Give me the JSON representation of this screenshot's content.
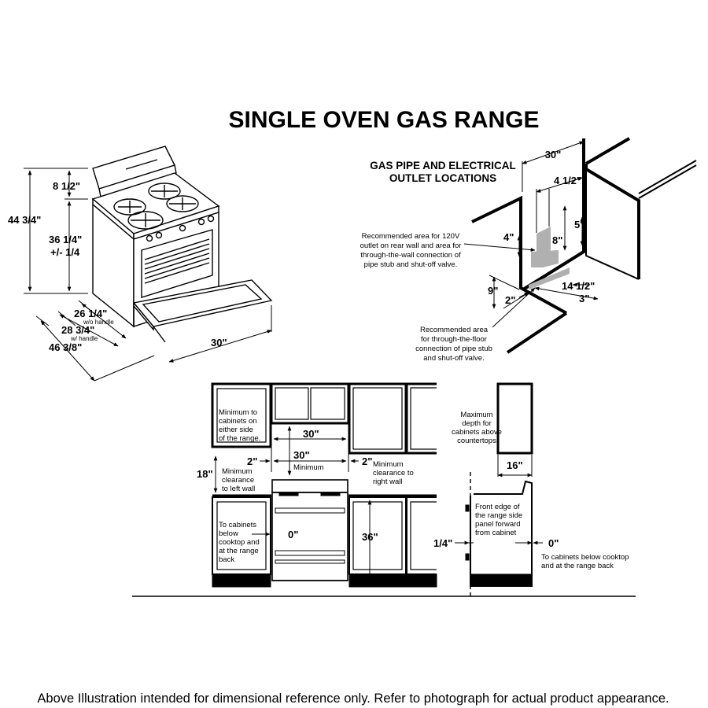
{
  "title": "SINGLE OVEN GAS RANGE",
  "footer_note": "Above Illustration intended for dimensional reference only. Refer to photograph for actual product appearance.",
  "range_dims": {
    "overall_height": "44 3/4\"",
    "backguard_height": "8 1/2\"",
    "cooktop_height": "36 1/4\"",
    "cooktop_tolerance": "+/- 1/4",
    "depth_wo_handle": "26 1/4\"",
    "depth_wo_handle_note": "w/o handle",
    "depth_w_handle": "28 3/4\"",
    "depth_w_handle_note": "w/ handle",
    "depth_door_open": "46 3/8\"",
    "width": "30\""
  },
  "gas_pipe": {
    "heading_line1": "GAS PIPE AND ELECTRICAL",
    "heading_line2": "OUTLET LOCATIONS",
    "width": "30\"",
    "offset_4_1_2": "4 1/2\"",
    "dim_4": "4\"",
    "dim_8": "8\"",
    "dim_5": "5\"",
    "dim_9": "9\"",
    "dim_2": "2\"",
    "dim_14_1_2": "14 1/2\"",
    "dim_3": "3\"",
    "outlet_note": [
      "Recommended area for 120V",
      "outlet on rear wall and area for",
      "through-the-wall connection of",
      "pipe stub and shut-off valve."
    ],
    "floor_note": [
      "Recommended area",
      "for through-the-floor",
      "connection of pipe stub",
      "and shut-off valve."
    ]
  },
  "cabinets": {
    "min_side_note": [
      "Minimum to",
      "cabinets on",
      "either side",
      "of the range."
    ],
    "opening_width": "30\"",
    "min_width": "30\"",
    "min_width_label": "Minimum",
    "left_clearance": "2\"",
    "right_clearance": "2\"",
    "left_wall_note": [
      "Minimum",
      "clearance",
      "to left wall"
    ],
    "right_wall_note": [
      "Minimum",
      "clearance to",
      "right wall"
    ],
    "upper_height": "18\"",
    "below_cooktop_note": [
      "To cabinets",
      "below",
      "cooktop and",
      "at the range",
      "back"
    ],
    "zero_clearance": "0\"",
    "counter_height": "36\"",
    "max_depth_note": [
      "Maximum",
      "depth for",
      "cabinets above",
      "countertops"
    ],
    "max_depth": "16\"",
    "front_edge_note": [
      "Front edge of",
      "the range side",
      "panel forward",
      "from cabinet"
    ],
    "side_offset": "1/4\"",
    "side_zero": "0\"",
    "side_zero_note": [
      "To cabinets below cooktop",
      "and at the range back"
    ]
  }
}
